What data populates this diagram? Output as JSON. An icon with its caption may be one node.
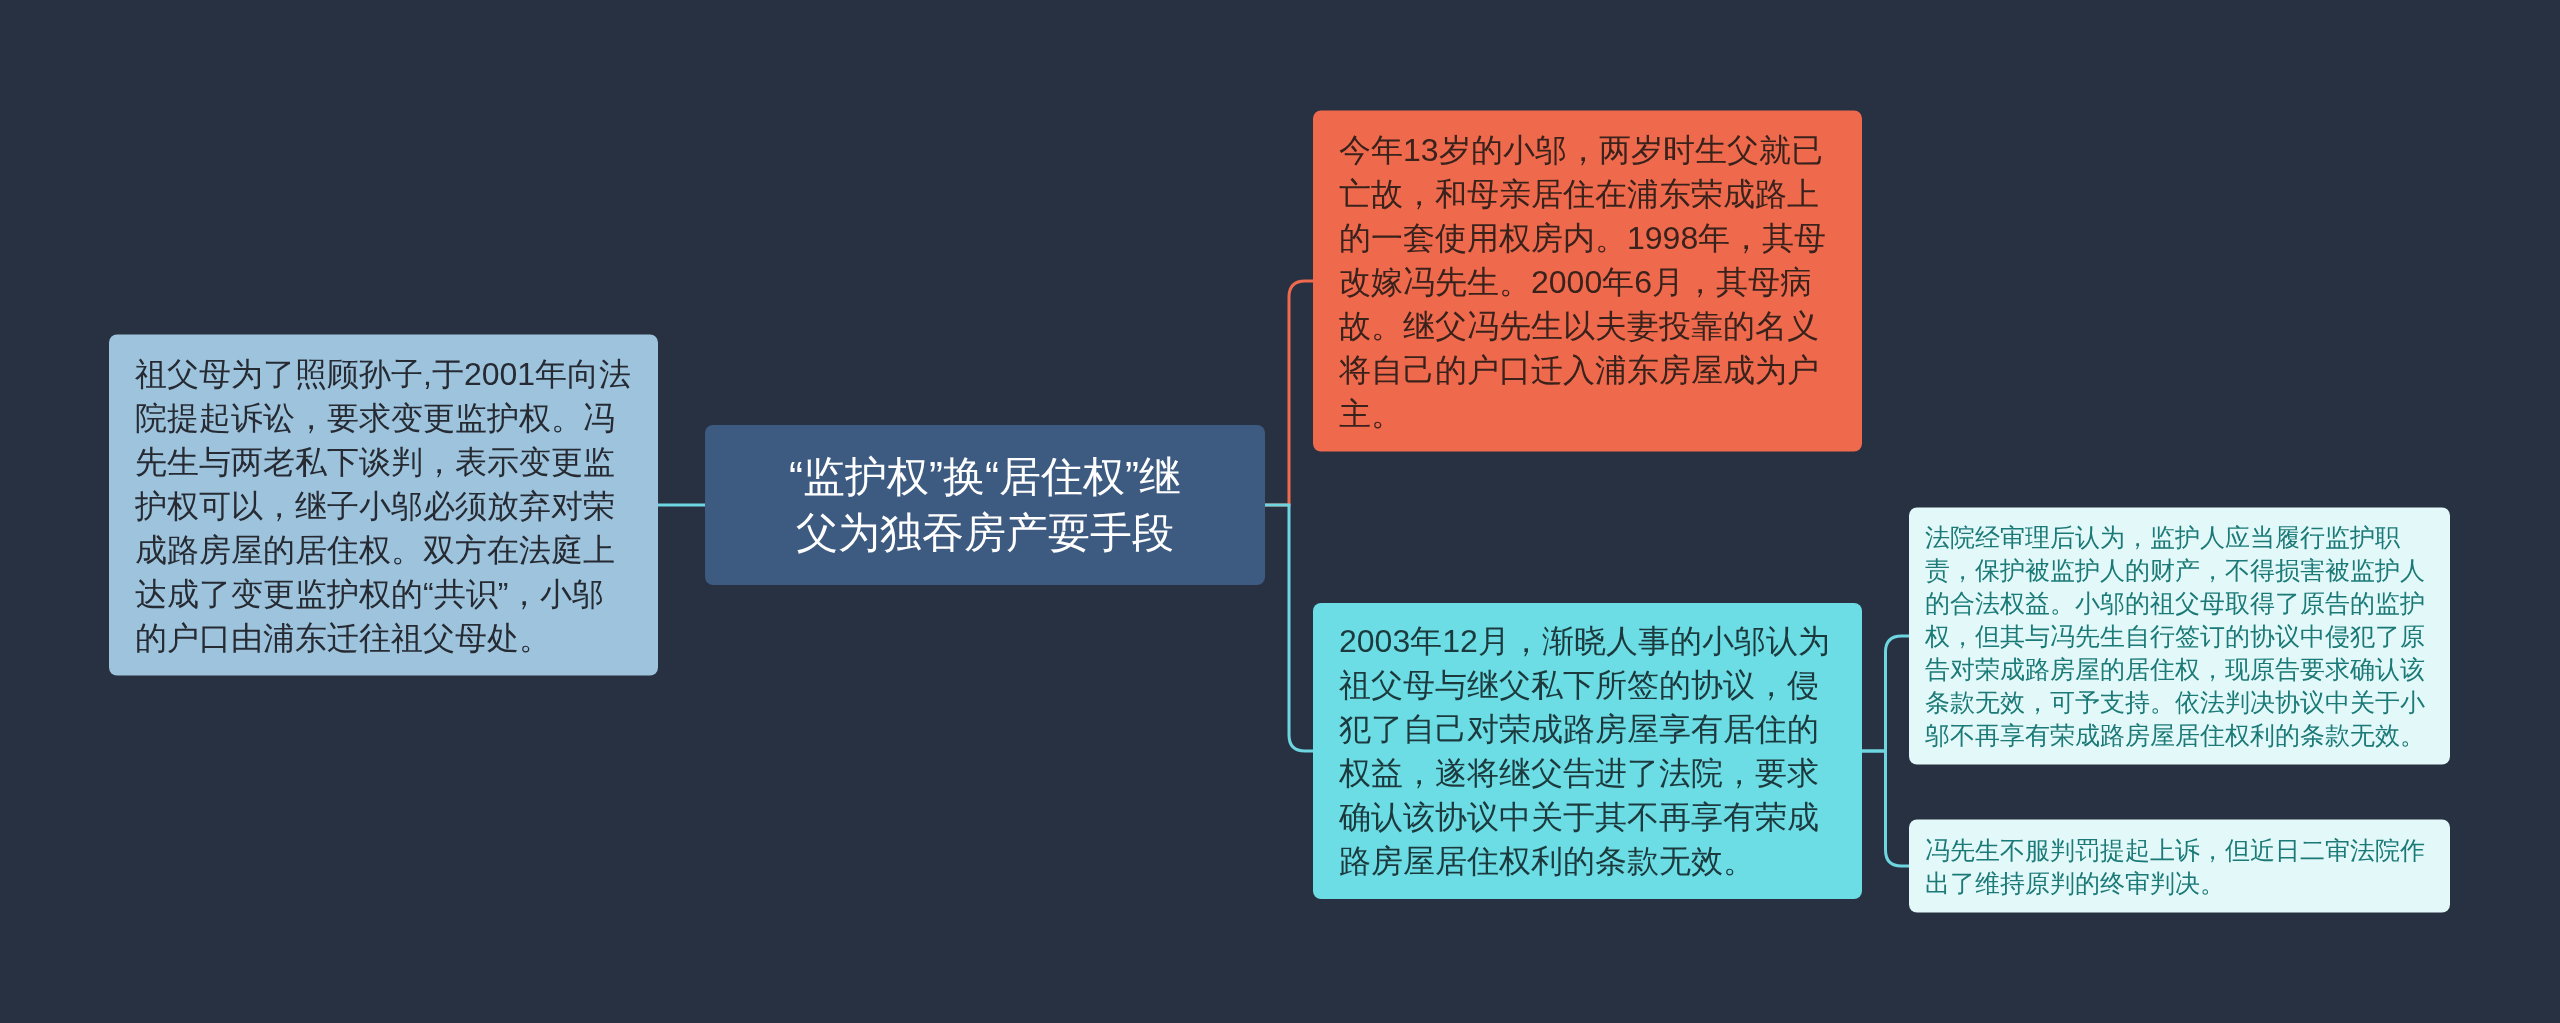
{
  "diagram": {
    "nodes": [
      {
        "text": [
          "祖父母为了照顾孙子,于2001年向法院提起诉讼，要求变更监护权。冯先生与两老私下谈判，表示变更监护权可以，继子小邬必须放弃对荣成路房屋的居住权。双方在法庭上达成了变更监护权的“共识”，小邬的户口由浦东迁往祖父母处。"
        ]
      },
      {
        "text": [
          "“监护权”换“居住权”继父为独吞房产耍手段"
        ]
      },
      {
        "text": [
          "今年13岁的小邬，两岁时生父就已亡故，和母亲居住在浦东荣成路上的一套使用权房内。1998年，其母改嫁冯先生。2000年6月，其母病故。继父冯先生以夫妻投靠的名义将自己的户口迁入浦东房屋成为户主。"
        ]
      },
      {
        "text": [
          "2003年12月，渐晓人事的小邬认为祖父母与继父私下所签的协议，侵犯了自己对荣成路房屋享有居住的权益，遂将继父告进了法院，要求确认该协议中关于其不再享有荣成路房屋居住权利的条款无效。"
        ]
      },
      {
        "text": [
          "法院经审理后认为，监护人应当履行监护职责，保护被监护人的财产，不得损害被监护人的合法权益。小邬的祖父母取得了原告的监护权，但其与冯先生自行签订的协议中侵犯了原告对荣成路房屋的居住权，现原告要求确认该条款无效，可予支持。依法判决协议中关于小邬不再享有荣成路房屋居住权利的条款无效。"
        ]
      },
      {
        "text": [
          "冯先生不服判罚提起上诉，但近日二审法院作出了维持原判的终审判决。"
        ]
      }
    ],
    "edges": [
      {
        "from": 1,
        "to": 0,
        "arrow": "none"
      },
      {
        "from": 1,
        "to": 2,
        "arrow": "none",
        "color": "#ef6a4d"
      },
      {
        "from": 1,
        "to": 3,
        "arrow": "none"
      },
      {
        "from": 3,
        "to": 4,
        "arrow": "none"
      },
      {
        "from": 3,
        "to": 5,
        "arrow": "none"
      }
    ]
  }
}
